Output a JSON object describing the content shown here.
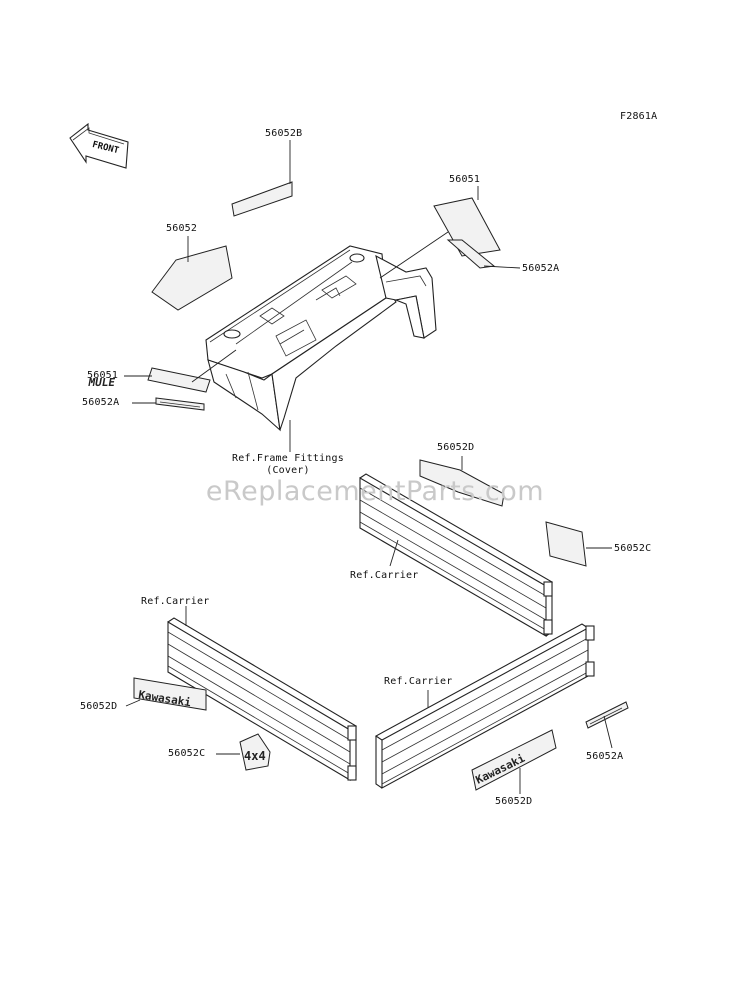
{
  "diagram": {
    "figure_code": "F2861A",
    "watermark": "eReplacementParts.com",
    "front_marker": "FRONT",
    "labels": {
      "p56052B": "56052B",
      "p56051_top": "56051",
      "p56052_top": "56052",
      "p56052A_right": "56052A",
      "p56051_left": "56051",
      "p56052A_left": "56052A",
      "ref_frame_line1": "Ref.Frame Fittings",
      "ref_frame_line2": "(Cover)",
      "p56052D_mid": "56052D",
      "p56052C_right": "56052C",
      "ref_carrier_rear": "Ref.Carrier",
      "ref_carrier_left": "Ref.Carrier",
      "ref_carrier_right": "Ref.Carrier",
      "p56052D_left": "56052D",
      "p56052C_left": "56052C",
      "p56052A_lower": "56052A",
      "p56052D_bottom": "56052D"
    },
    "decal_text": {
      "mule": "MULE",
      "kawasaki_left": "Kawasaki",
      "kawasaki_right": "Kawasaki",
      "four_by_four": "4x4"
    }
  }
}
